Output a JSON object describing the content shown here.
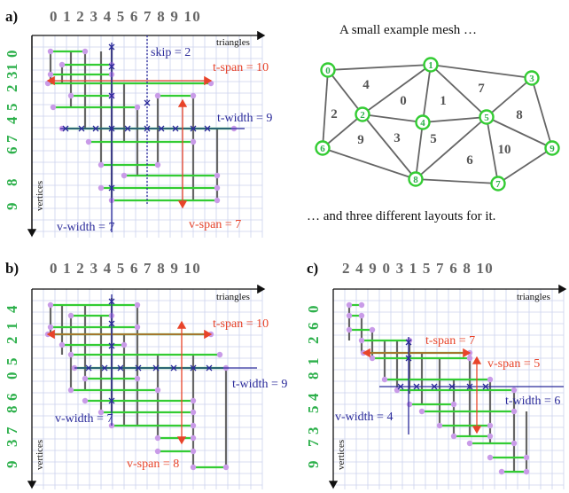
{
  "panels": [
    {
      "letter": "a)",
      "columns": "0 1 2 3 4 5 6 7 8 9 10",
      "rows": [
        "1",
        "0",
        "2",
        "3",
        "4",
        "5",
        "6",
        "7",
        "8",
        "9"
      ],
      "x_axis_label": "triangles",
      "y_axis_label": "vertices",
      "skip_label": "skip = 2",
      "t_span_label": "t-span = 10",
      "t_width_label": "t-width = 9",
      "v_width_label": "v-width = 7",
      "v_span_label": "v-span = 7"
    },
    {
      "letter": "b)",
      "columns": "0 1 2 3 4 5 6 7 8 9 10",
      "rows": [
        "4",
        "1",
        "2",
        "5",
        "0",
        "6",
        "8",
        "7",
        "3",
        "9"
      ],
      "x_axis_label": "triangles",
      "y_axis_label": "vertices",
      "t_span_label": "t-span = 10",
      "t_width_label": "t-width = 9",
      "v_width_label": "v-width = 7",
      "v_span_label": "v-span = 8"
    },
    {
      "letter": "c)",
      "columns": "2 4 9 0 3 1 5 7 6 8 10",
      "rows": [
        "0",
        "6",
        "2",
        "1",
        "8",
        "4",
        "5",
        "3",
        "7",
        "9"
      ],
      "x_axis_label": "triangles",
      "y_axis_label": "vertices",
      "t_span_label": "t-span = 7",
      "t_width_label": "t-width = 6",
      "v_width_label": "v-width = 4",
      "v_span_label": "v-span = 5"
    }
  ],
  "mesh": {
    "title": "A small example mesh …",
    "caption": "… and three different layouts for it.",
    "vertex_labels": [
      "0",
      "1",
      "2",
      "3",
      "4",
      "5",
      "6",
      "7",
      "8",
      "9"
    ],
    "triangle_labels": [
      "0",
      "1",
      "2",
      "3",
      "4",
      "5",
      "6",
      "7",
      "8",
      "9",
      "10"
    ]
  },
  "colors": {
    "grid": "#ccd2ee",
    "green": "#33cc33",
    "gray": "#666666",
    "dot": "#c99be8",
    "red": "#e8442a",
    "blue": "#2a2a9a"
  }
}
